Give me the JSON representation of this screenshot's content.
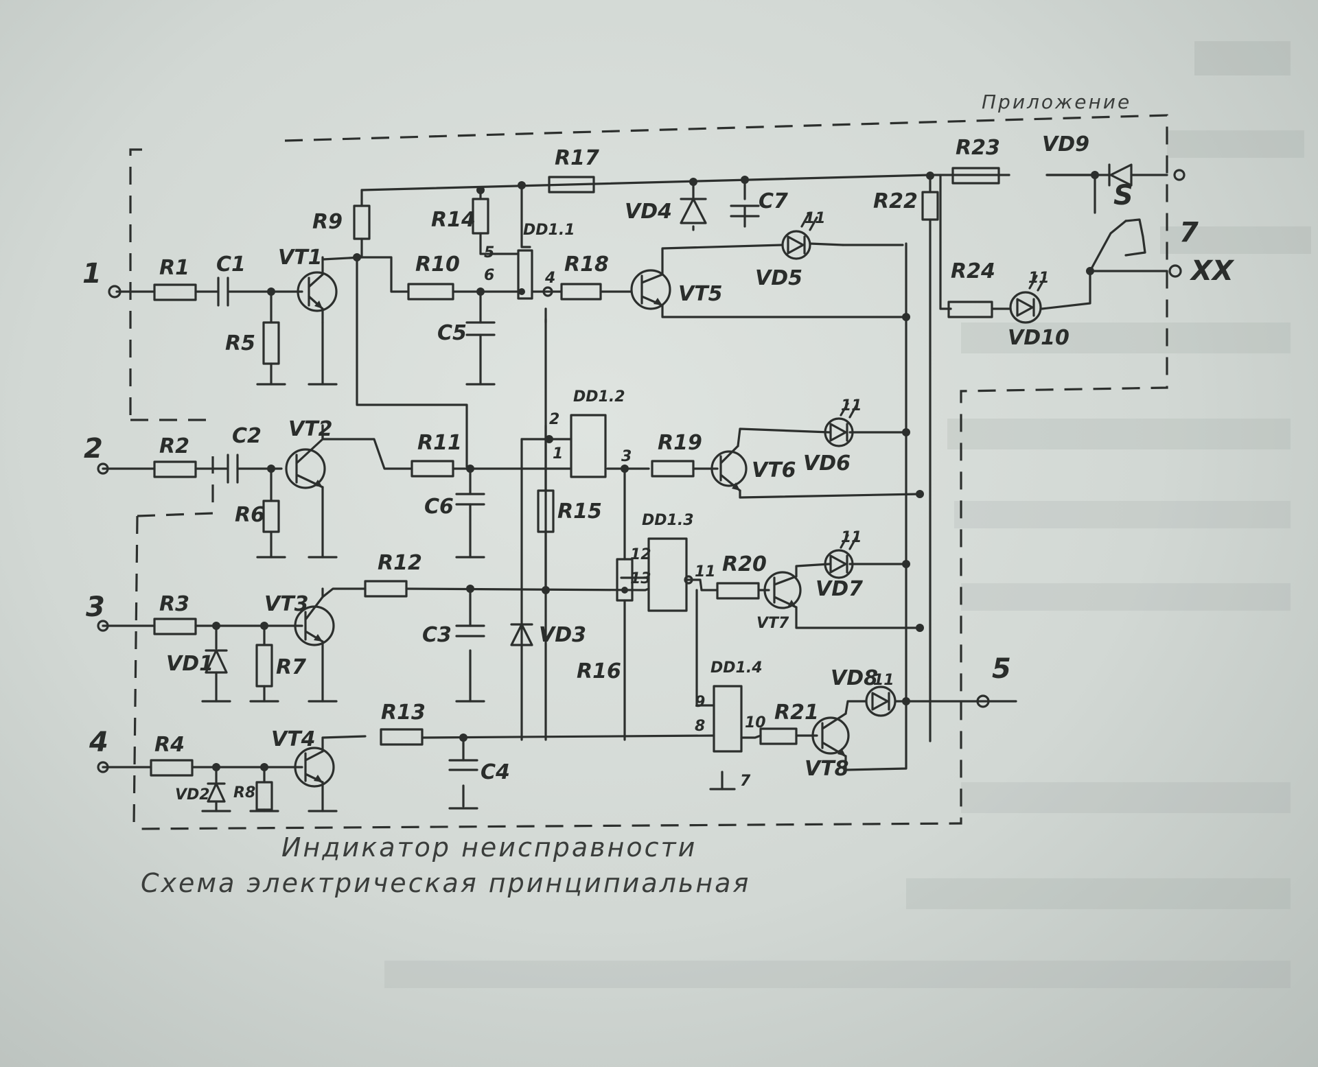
{
  "title": "Индикатор неисправности",
  "subtitle": "Схема электрическая принципиальная",
  "annex": "Приложение",
  "terminals": [
    "1",
    "2",
    "3",
    "4",
    "5",
    "7",
    "S",
    "ХХ"
  ],
  "resistors": [
    "R1",
    "R2",
    "R3",
    "R4",
    "R5",
    "R6",
    "R7",
    "R8",
    "R9",
    "R10",
    "R11",
    "R12",
    "R13",
    "R14",
    "R15",
    "R16",
    "R17",
    "R18",
    "R19",
    "R20",
    "R21",
    "R22",
    "R23",
    "R24"
  ],
  "capacitors": [
    "C1",
    "C2",
    "C3",
    "C4",
    "C5",
    "C6",
    "C7"
  ],
  "transistors": [
    "VT1",
    "VT2",
    "VT3",
    "VT4",
    "VT5",
    "VT6",
    "VT7",
    "VT8"
  ],
  "diodes": [
    "VD1",
    "VD2",
    "VD3",
    "VD4",
    "VD5",
    "VD6",
    "VD7",
    "VD8",
    "VD9",
    "VD10"
  ],
  "logic": [
    "DD1.1",
    "DD1.2",
    "DD1.3",
    "DD1.4"
  ],
  "pins": [
    "5",
    "6",
    "4",
    "2",
    "1",
    "3",
    "12",
    "13",
    "11",
    "9",
    "8",
    "10",
    "7"
  ],
  "led_mark": "11"
}
